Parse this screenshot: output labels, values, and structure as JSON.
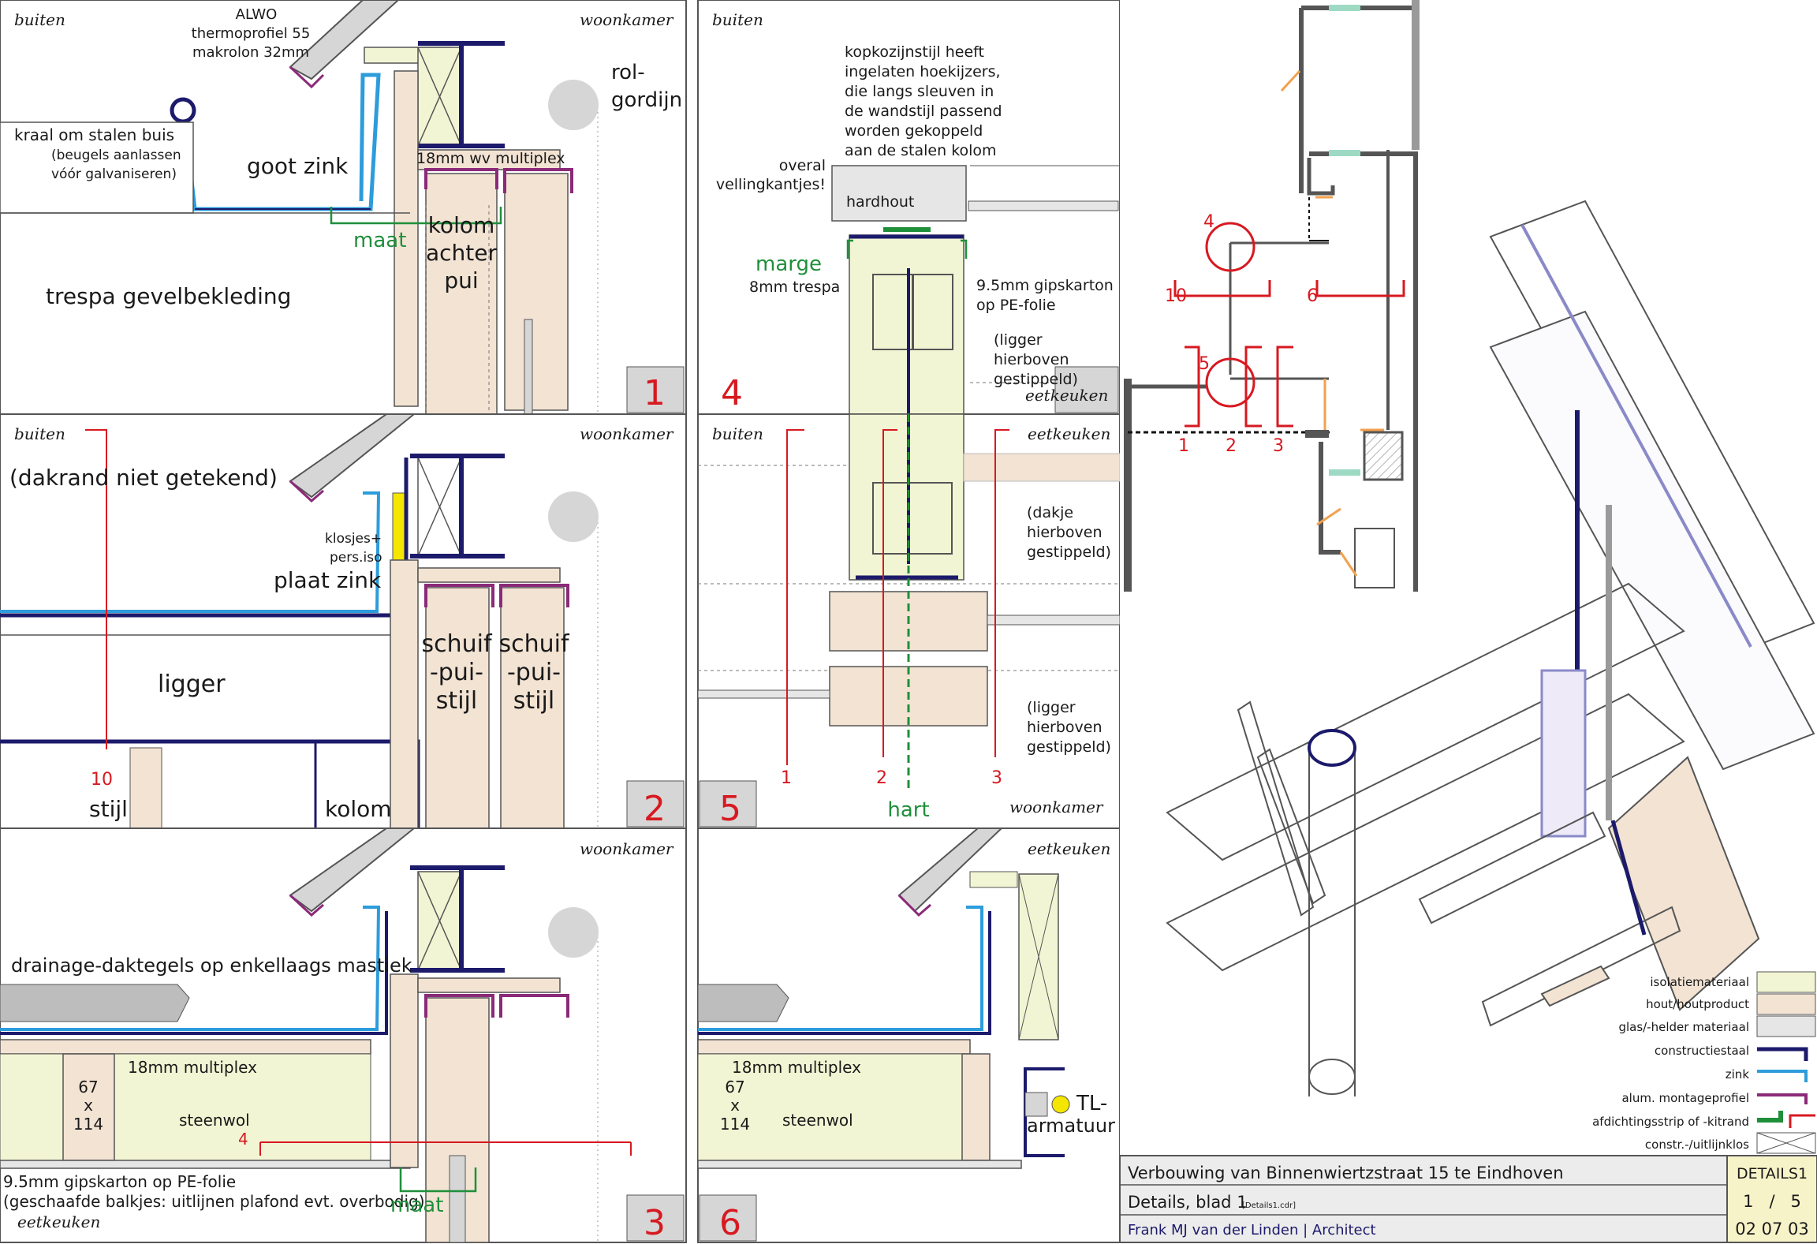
{
  "panels": [
    {
      "number": "1",
      "labels": {
        "buiten": "buiten",
        "woonkamer": "woonkamer",
        "alwo1": "ALWO",
        "alwo2": "thermoprofiel 55",
        "alwo3": "makrolon 32mm",
        "rol1": "rol-",
        "rol2": "gordijn",
        "kraal1": "kraal om stalen buis",
        "kraal2": "(beugels aanlassen",
        "kraal3": "vóór galvaniseren)",
        "goot": "goot zink",
        "multiplex": "18mm wv multiplex",
        "maat": "maat",
        "kolom1": "kolom",
        "kolom2": "achter",
        "kolom3": "pui",
        "trespa": "trespa gevelbekleding"
      }
    },
    {
      "number": "2",
      "labels": {
        "buiten": "buiten",
        "woonkamer": "woonkamer",
        "dakrand": "(dakrand niet getekend)",
        "klosjes1": "klosjes+",
        "klosjes2": "pers.iso",
        "plaat": "plaat zink",
        "ligger": "ligger",
        "schuif1": "schuif",
        "schuif2": "-pui-",
        "schuif3": "stijl",
        "ten": "10",
        "stijl": "stijl",
        "kolom": "kolom"
      }
    },
    {
      "number": "3",
      "labels": {
        "woonkamer": "woonkamer",
        "drainage": "drainage-daktegels op enkellaags mastiek",
        "multiplex": "18mm multiplex",
        "d1": "67",
        "d2": "x",
        "d3": "114",
        "steenwol": "steenwol",
        "four": "4",
        "gips": "9.5mm gipskarton op PE-folie",
        "balkjes": "(geschaafde balkjes: uitlijnen plafond evt. overbodig)",
        "maat": "maat",
        "eetkeuken": "eetkeuken"
      }
    },
    {
      "number": "4",
      "labels": {
        "buiten": "buiten",
        "kop1": "kopkozijnstijl heeft",
        "kop2": "ingelaten hoekijzers,",
        "kop3": "die langs sleuven in",
        "kop4": "de wandstijl passend",
        "kop5": "worden gekoppeld",
        "kop6": "aan de stalen kolom",
        "overal1": "overal",
        "overal2": "vellingkantjes!",
        "hardhout": "hardhout",
        "marge": "marge",
        "trespa": "8mm trespa",
        "gips1": "9.5mm gipskarton",
        "gips2": "op PE-folie",
        "ligger1": "(ligger",
        "ligger2": "hierboven",
        "ligger3": "gestippeld)",
        "eetkeuken": "eetkeuken"
      }
    },
    {
      "number": "5",
      "labels": {
        "buiten": "buiten",
        "eetkeuken": "eetkeuken",
        "dakje1": "(dakje",
        "dakje2": "hierboven",
        "dakje3": "gestippeld)",
        "ligger1": "(ligger",
        "ligger2": "hierboven",
        "ligger3": "gestippeld)",
        "n1": "1",
        "n2": "2",
        "n3": "3",
        "hart": "hart",
        "woonkamer": "woonkamer"
      }
    },
    {
      "number": "6",
      "labels": {
        "eetkeuken": "eetkeuken",
        "multiplex": "18mm multiplex",
        "d1": "67",
        "d2": "x",
        "d3": "114",
        "steenwol": "steenwol",
        "tl1": "TL-",
        "tl2": "armatuur"
      }
    }
  ],
  "plan": {
    "markers": [
      "4",
      "10",
      "6",
      "5",
      "1",
      "2",
      "3"
    ]
  },
  "legend": {
    "items": [
      {
        "label": "isolatiemateriaal",
        "color": "#f2f5d3"
      },
      {
        "label": "hout/houtproduct",
        "color": "#f2e3d3"
      },
      {
        "label": "glas/-helder materiaal",
        "color": "#e6e6e6"
      },
      {
        "label": "constructiestaal",
        "color": "#1c1a6b"
      },
      {
        "label": "zink",
        "color": "#2d9cdb"
      },
      {
        "label": "alum. montageprofiel",
        "color": "#8b2a78"
      },
      {
        "label": "afdichtingsstrip of -kitrand",
        "color": "#1f8f3a"
      },
      {
        "label": "constr.-/uitlijnklos",
        "color": "#555555"
      }
    ]
  },
  "titleblock": {
    "project": "Verbouwing van Binnenwiertzstraat 15 te Eindhoven",
    "sheet": "Details, blad 1",
    "file": "[Details1.cdr]",
    "author": "Frank MJ van der Linden | Architect",
    "code": "DETAILS1",
    "page": "1   /   5",
    "date": "02 07 03"
  },
  "colors": {
    "steel": "#1c1a6b",
    "zinc": "#2d9cdb",
    "alu": "#8b2a78",
    "seal": "#1f8f3a",
    "insulation": "#f2f5d3",
    "wood": "#f2e3d3",
    "glass": "#e6e6e6",
    "red": "#d71920"
  }
}
